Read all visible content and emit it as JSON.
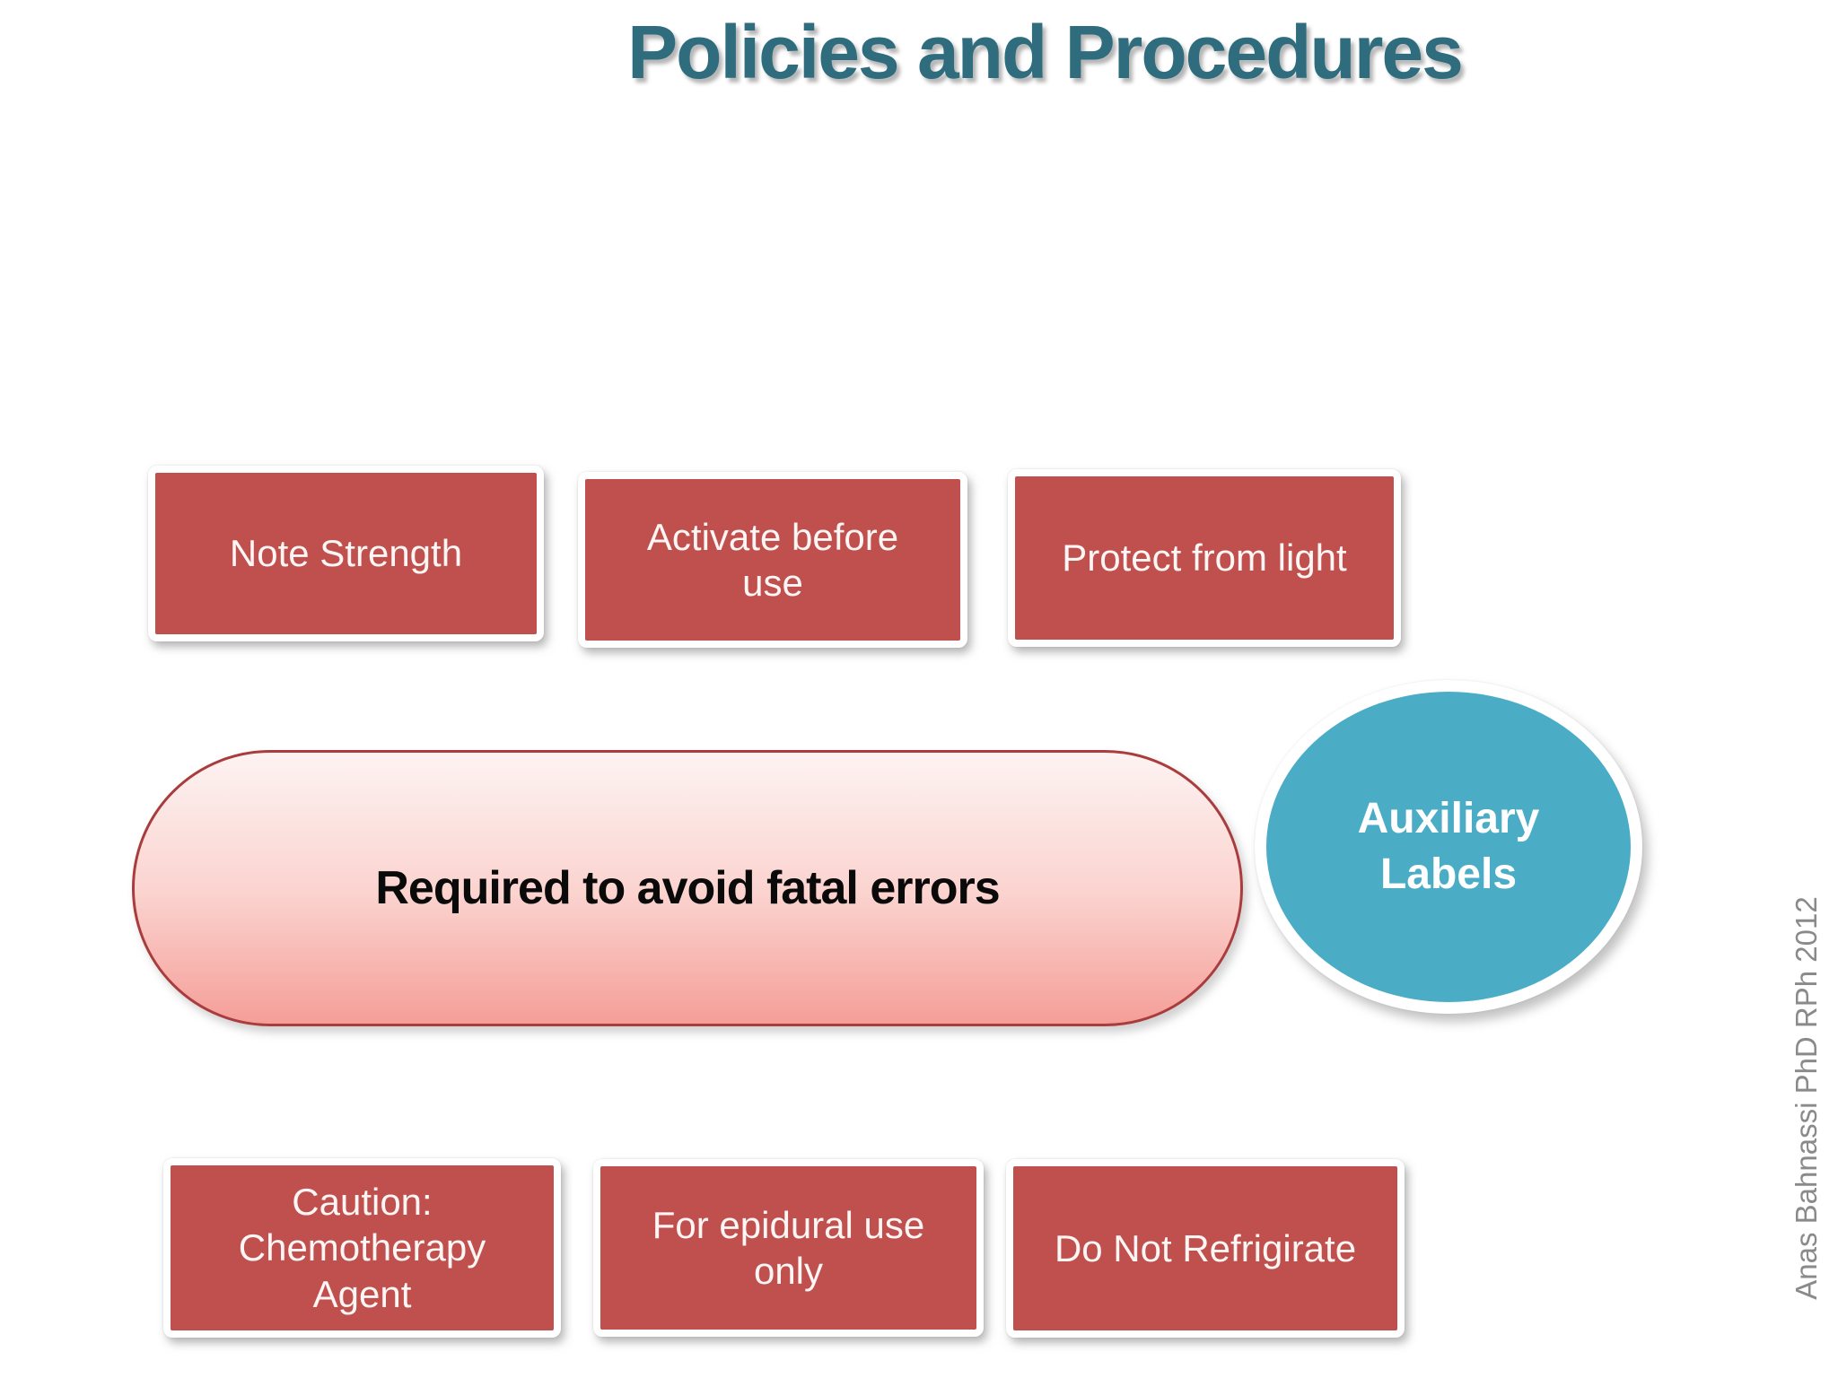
{
  "slide": {
    "title": "Policies and Procedures",
    "watermark": "Anas Bahnassi PhD RPh 2012"
  },
  "top_row": [
    {
      "label": "Note Strength"
    },
    {
      "label": "Activate before\nuse"
    },
    {
      "label": "Protect from light"
    }
  ],
  "center": {
    "label": "Required to avoid fatal errors"
  },
  "bubble": {
    "label": "Auxiliary\nLabels"
  },
  "bottom_row": [
    {
      "label": "Caution:\nChemotherapy\nAgent"
    },
    {
      "label": "For epidural use\nonly"
    },
    {
      "label": "Do Not Refrigirate"
    }
  ],
  "colors": {
    "title_text": "#2e6c7e",
    "box_fill": "#c0504d",
    "box_text": "#ffffff",
    "box_border": "#ffffff",
    "capsule_gradient_top": "#fdf3f2",
    "capsule_gradient_bottom": "#f59e98",
    "capsule_border": "#a93c3c",
    "capsule_text": "#000000",
    "bubble_fill": "#4bacc6",
    "bubble_text": "#ffffff",
    "watermark_text": "#8a8a8a",
    "background": "#ffffff"
  }
}
